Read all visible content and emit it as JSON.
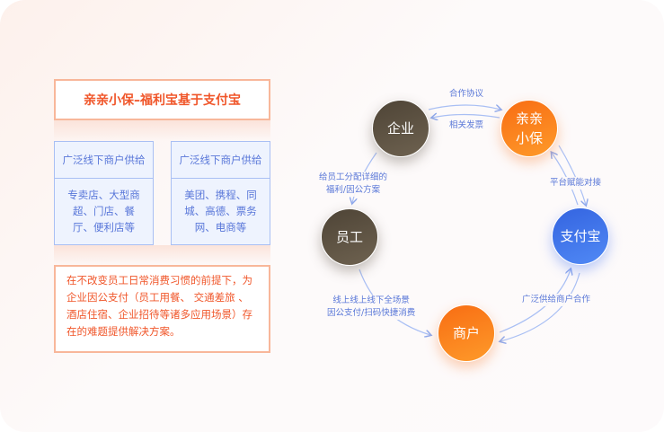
{
  "left_panel": {
    "title": "亲亲小保–福利宝基于支付宝",
    "boxes": [
      {
        "header": "广泛线下商户供给",
        "body_lines": [
          "专卖店、大型商",
          "超、门店、餐",
          "厅、便利店等"
        ]
      },
      {
        "header": "广泛线下商户供给",
        "body_lines": [
          "美团、携程、同",
          "城、高德、票务",
          "网、电商等"
        ]
      }
    ],
    "description": "在不改变员工日常消费习惯的前提下，为企业因公支付（员工用餐、 交通差旅 、酒店住宿、企业招待等诸多应用场景）存在的难题提供解决方案。"
  },
  "diagram": {
    "nodes": {
      "enterprise": "企业",
      "qinqin": [
        "亲亲",
        "小保"
      ],
      "alipay": "支付宝",
      "employee": "员工",
      "merchant": "商户"
    },
    "labels": {
      "agreement": "合作协议",
      "invoice": "相关发票",
      "platform": "平台赋能对接",
      "allocate": [
        "给员工分配详细的",
        "福利/因公方案"
      ],
      "payment": [
        "线上线上线下全场景",
        "因公支付/扫码快捷消费"
      ],
      "supply": "广泛供给商户合作"
    },
    "colors": {
      "orange": "#f0562a",
      "blue": "#4a7ef0",
      "dark": "#5a4f40",
      "arrow": "#a9bff4"
    }
  }
}
